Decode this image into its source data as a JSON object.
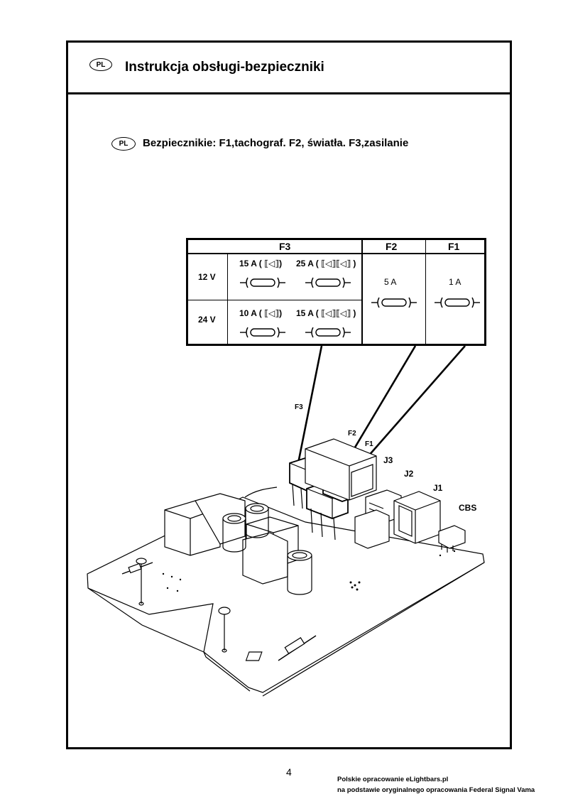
{
  "header": {
    "lang_badge": "PL",
    "title": "Instrukcja obsługi-bezpieczniki"
  },
  "section": {
    "lang_badge": "PL",
    "heading": "Bezpiecznikie: F1,tachograf. F2, światła. F3,zasilanie"
  },
  "fuse_table": {
    "col_f3": "F3",
    "col_f2": "F2",
    "col_f1": "F1",
    "row_12v": "12 V",
    "row_24v": "24 V",
    "f3_12v_a": "15 A ( ",
    "f3_12v_a_close": ")",
    "f3_12v_b": "25 A (",
    "f3_12v_b_close": ")",
    "f3_24v_a": "10 A ( ",
    "f3_24v_a_close": ")",
    "f3_24v_b": "15 A (",
    "f3_24v_b_close": ")",
    "f2_value": "5 A",
    "f1_value": "1 A"
  },
  "diagram_labels": {
    "f3": "F3",
    "f2": "F2",
    "f1": "F1",
    "j3": "J3",
    "j2": "J2",
    "j1": "J1",
    "cbs": "CBS"
  },
  "footer": {
    "page_number": "4",
    "credit_line1": "Polskie opracowanie eLightbars.pl",
    "credit_line2": "na podstawie oryginalnego opracowania Federal Signal Vama"
  }
}
